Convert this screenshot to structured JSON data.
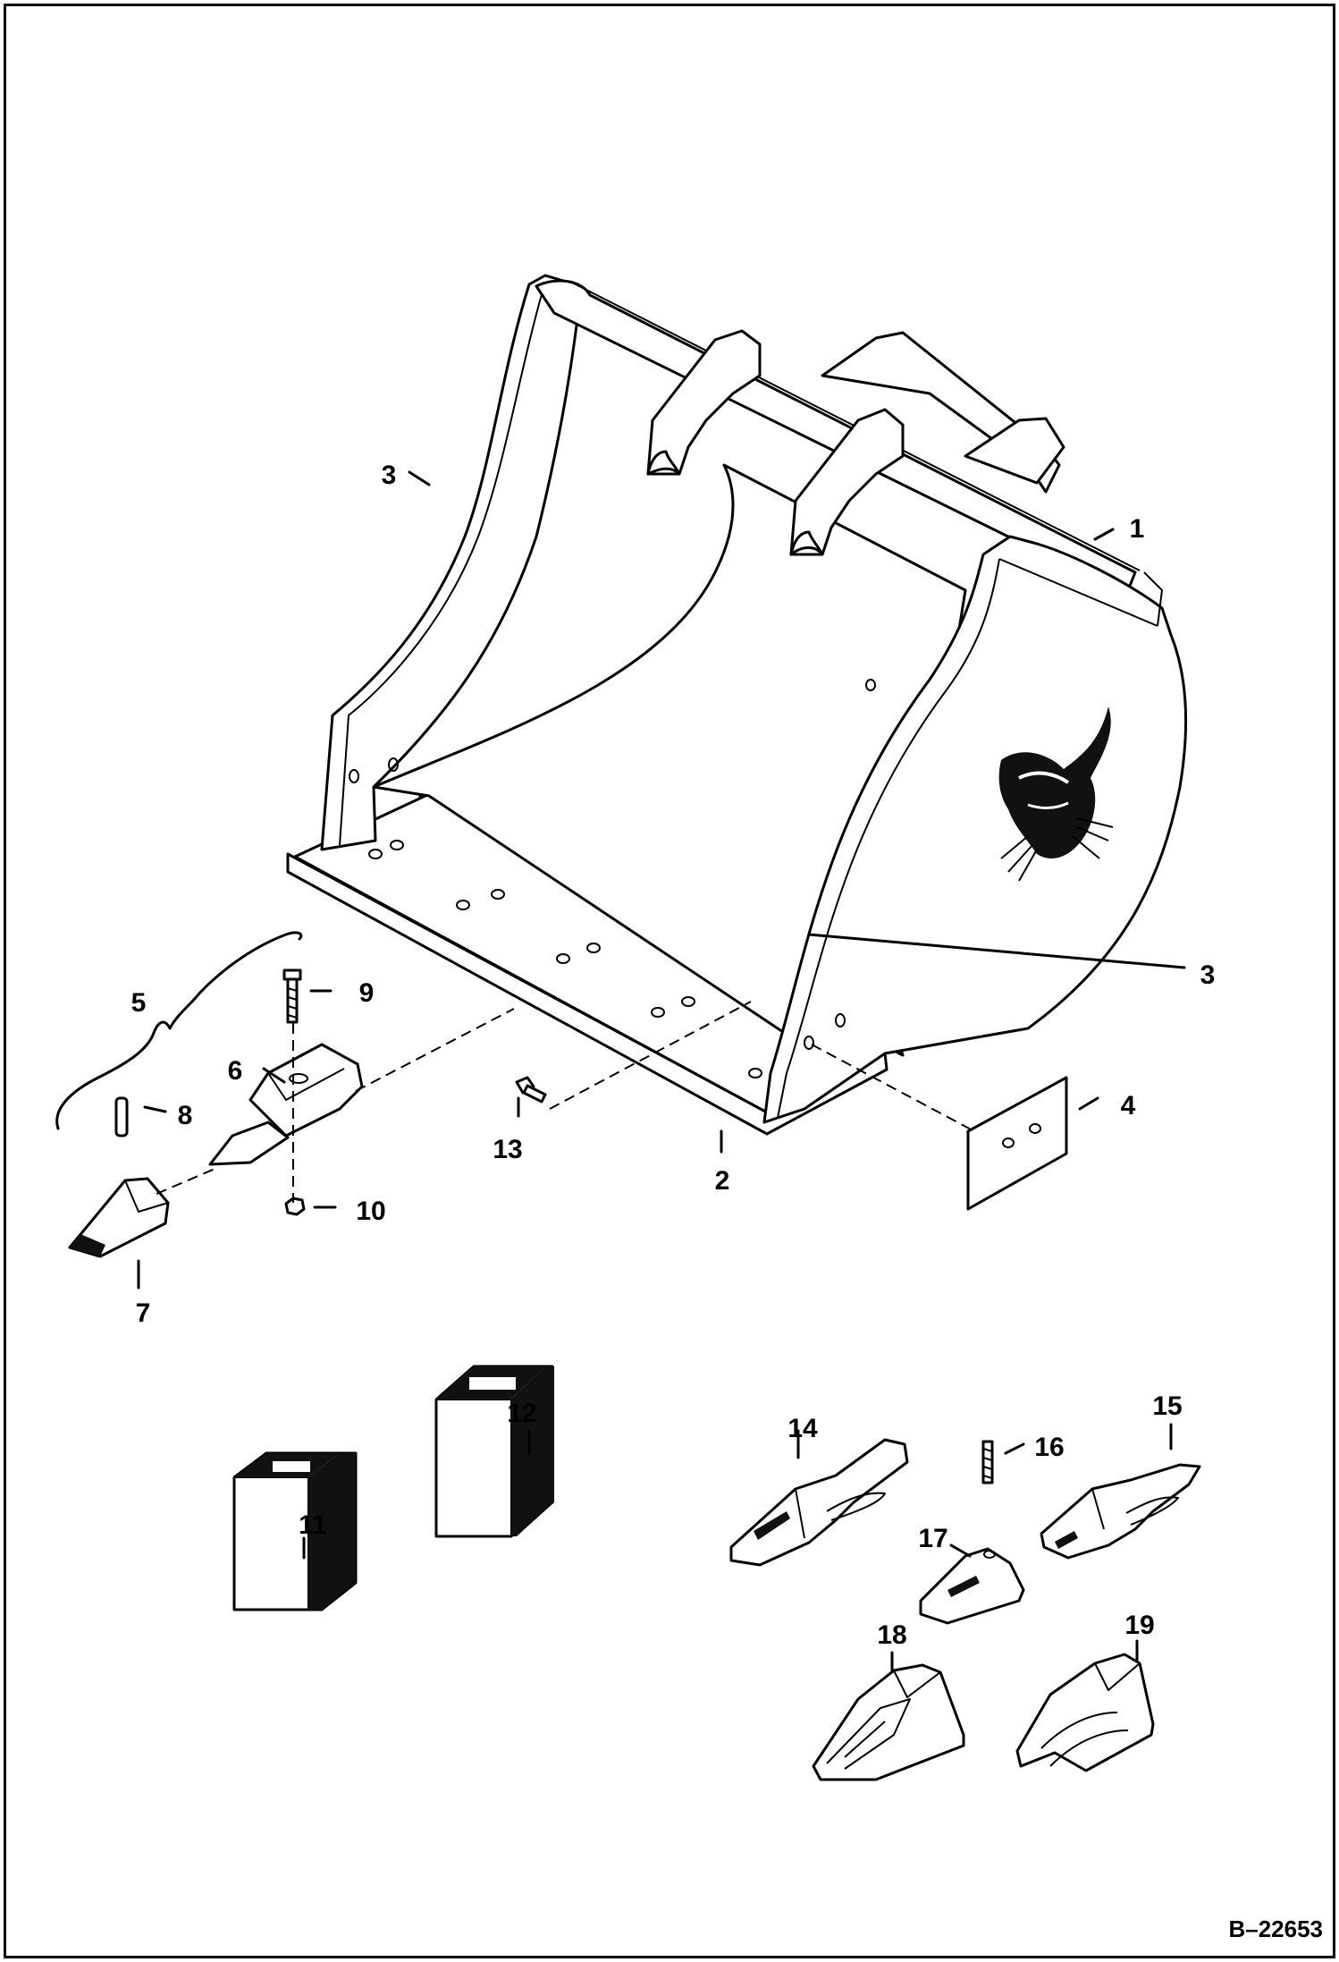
{
  "diagram": {
    "callouts": {
      "c1": "1",
      "c2": "2",
      "c3a": "3",
      "c3b": "3",
      "c4": "4",
      "c5": "5",
      "c6": "6",
      "c7": "7",
      "c8": "8",
      "c9": "9",
      "c10": "10",
      "c11": "11",
      "c12": "12",
      "c13": "13",
      "c14": "14",
      "c15": "15",
      "c16": "16",
      "c17": "17",
      "c18": "18",
      "c19": "19"
    },
    "document_id": "B–22653"
  }
}
